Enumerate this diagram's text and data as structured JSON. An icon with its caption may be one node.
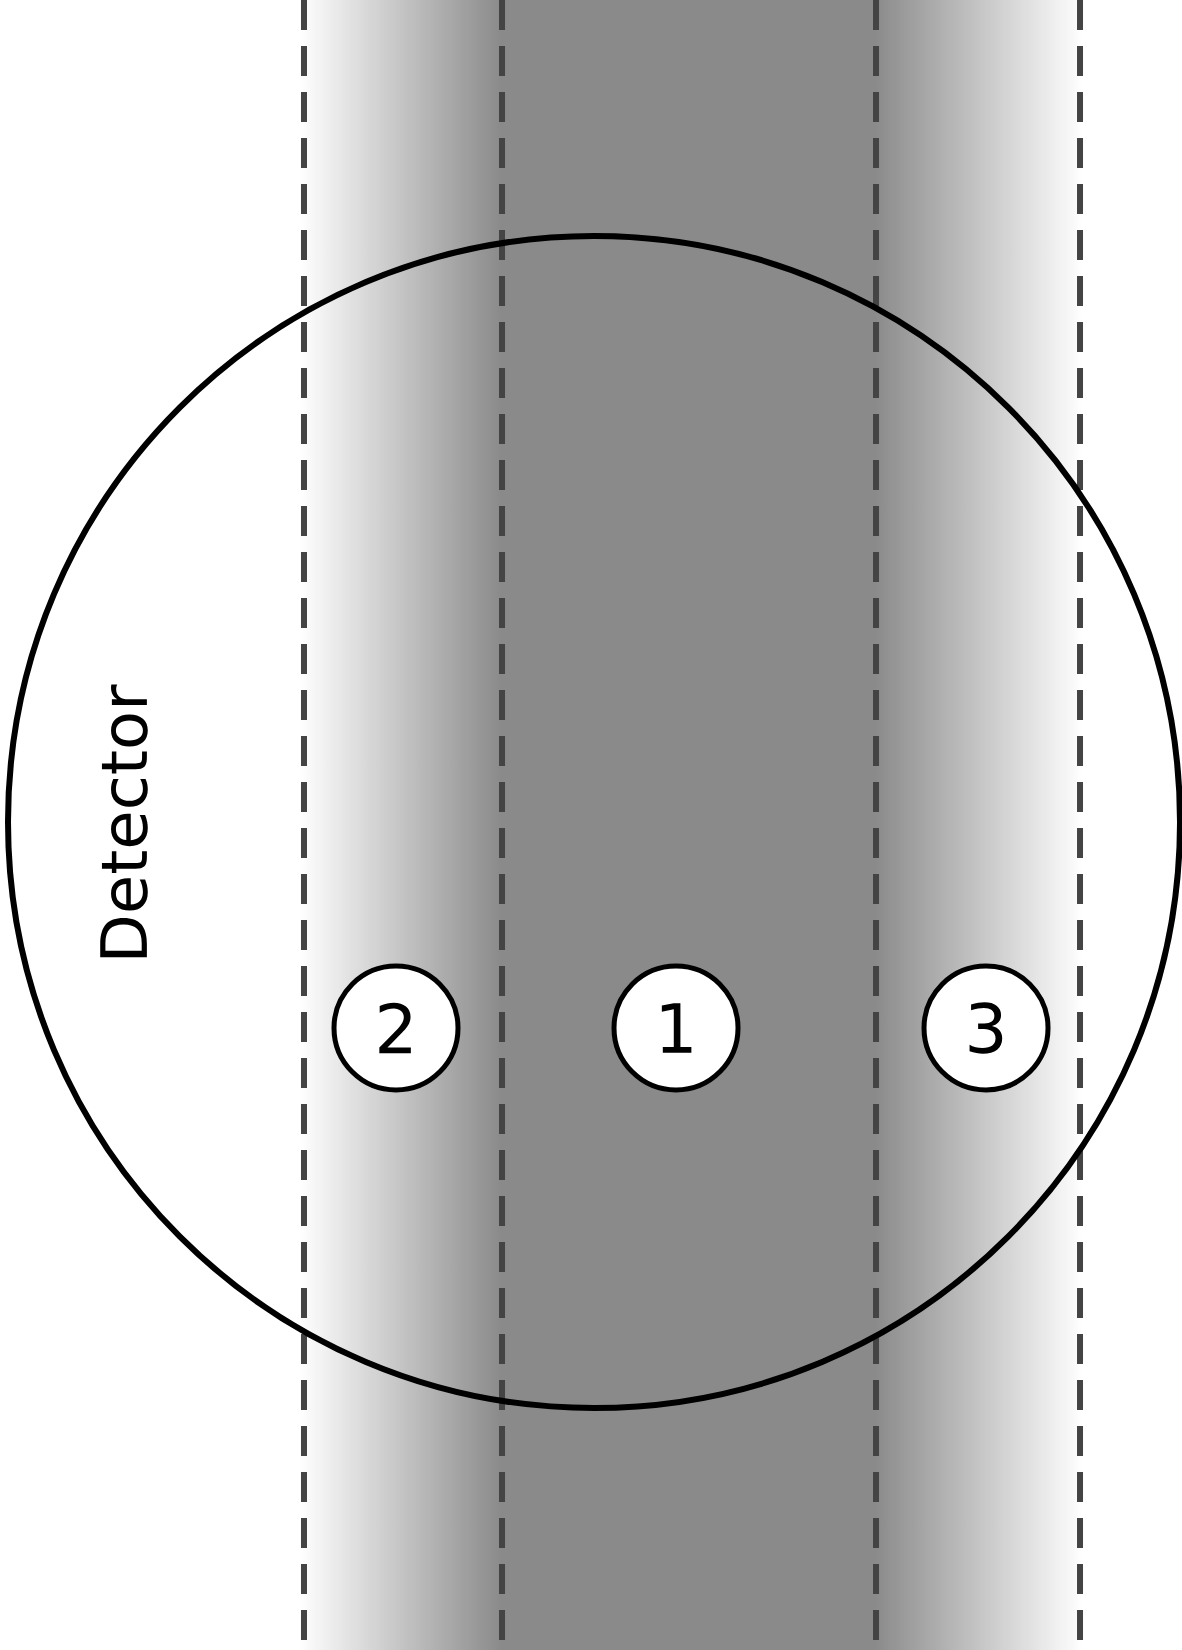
{
  "diagram": {
    "nodes": [
      {
        "text": [
          "Detector"
        ]
      },
      {
        "text": [
          "2"
        ],
        "in": 0
      },
      {
        "text": [
          "1"
        ],
        "in": 0
      },
      {
        "text": [
          "3"
        ],
        "in": 0
      }
    ]
  }
}
